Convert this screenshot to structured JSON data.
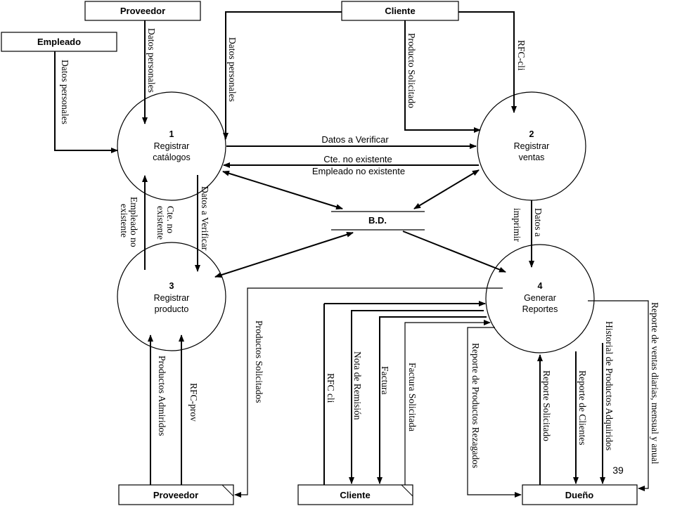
{
  "entities": {
    "proveedor_top": "Proveedor",
    "cliente_top": "Cliente",
    "empleado": "Empleado",
    "proveedor_bottom": "Proveedor",
    "cliente_bottom": "Cliente",
    "dueno": "Dueño"
  },
  "processes": [
    {
      "num": "1",
      "line1": "Registrar",
      "line2": "catálogos"
    },
    {
      "num": "2",
      "line1": "Registrar",
      "line2": "ventas"
    },
    {
      "num": "3",
      "line1": "Registrar",
      "line2": "producto"
    },
    {
      "num": "4",
      "line1": "Generar",
      "line2": "Reportes"
    }
  ],
  "datastore": "B.D.",
  "flows": {
    "prov_datos": "Datos personales",
    "emp_datos": "Datos personales",
    "cli_datos": "Datos personales",
    "producto_solicitado": "Producto Solicitado",
    "rfc_cli_top": "RFC-cli",
    "datos_a_verificar_12": "Datos a Verificar",
    "cte_no_existente_21": "Cte. no existente",
    "empleado_no_existente_21": "Empleado no existente",
    "cte_no_existente_31_a": "Cte. no",
    "cte_no_existente_31_b": "existente",
    "empleado_no_existente_31_a": "Empleado no",
    "empleado_no_existente_31_b": "existente",
    "datos_a_verificar_13": "Datos a Verificar",
    "datos_a_imprimir_a": "Datos a",
    "datos_a_imprimir_b": "imprimir",
    "productos_admirridos": "Productos Admiridos",
    "rfc_prov": "RFC-prov",
    "productos_solicitados": "Productos Solicitados",
    "rfc_cli_bottom": "RFC cli",
    "nota_remision": "Nota de Remisión",
    "factura": "Factura",
    "factura_solicitada": "Factura Solicitada",
    "reporte_rezagados": "Reporte de Productos Rezagados",
    "reporte_solicitado": "Reporte Solicitado",
    "reporte_clientes": "Reporte de Clientes",
    "historial_adquiridos": "Historial de Productos Adquiridos",
    "reporte_ventas": "Reporte de ventas diarias, mensual y anual"
  },
  "page_number": "39"
}
